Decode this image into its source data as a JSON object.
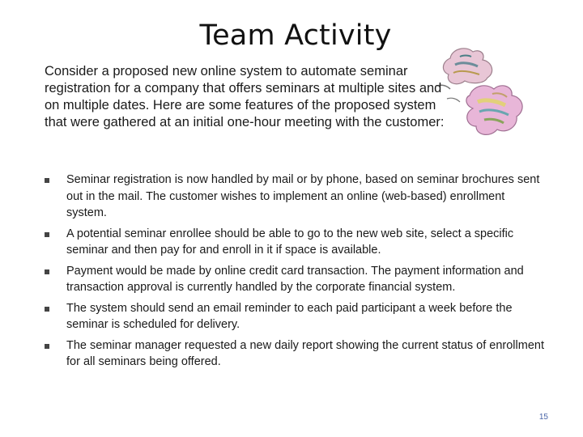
{
  "title": "Team Activity",
  "intro": "Consider a proposed new online system to automate seminar registration for a company that offers seminars at multiple sites and on multiple dates.  Here are some features of the proposed system that were gathered at an initial one-hour meeting with the customer:",
  "bullets": [
    "Seminar registration is now handled by mail or by phone, based on seminar brochures sent out in the mail.  The customer wishes to implement an online (web-based) enrollment system.",
    "A potential seminar enrollee should be able to go to the new web site, select a specific seminar and then pay for and enroll in it if space is available.",
    "Payment would be made by online credit card transaction.  The payment information and transaction approval is currently handled by the corporate financial system.",
    "The system should send an email reminder to each paid participant a week before the seminar is scheduled for delivery.",
    "The seminar manager requested a new daily report showing the current status of enrollment for all seminars being offered."
  ],
  "page_number": "15",
  "image": {
    "icon": "puzzle-pieces-icon"
  }
}
